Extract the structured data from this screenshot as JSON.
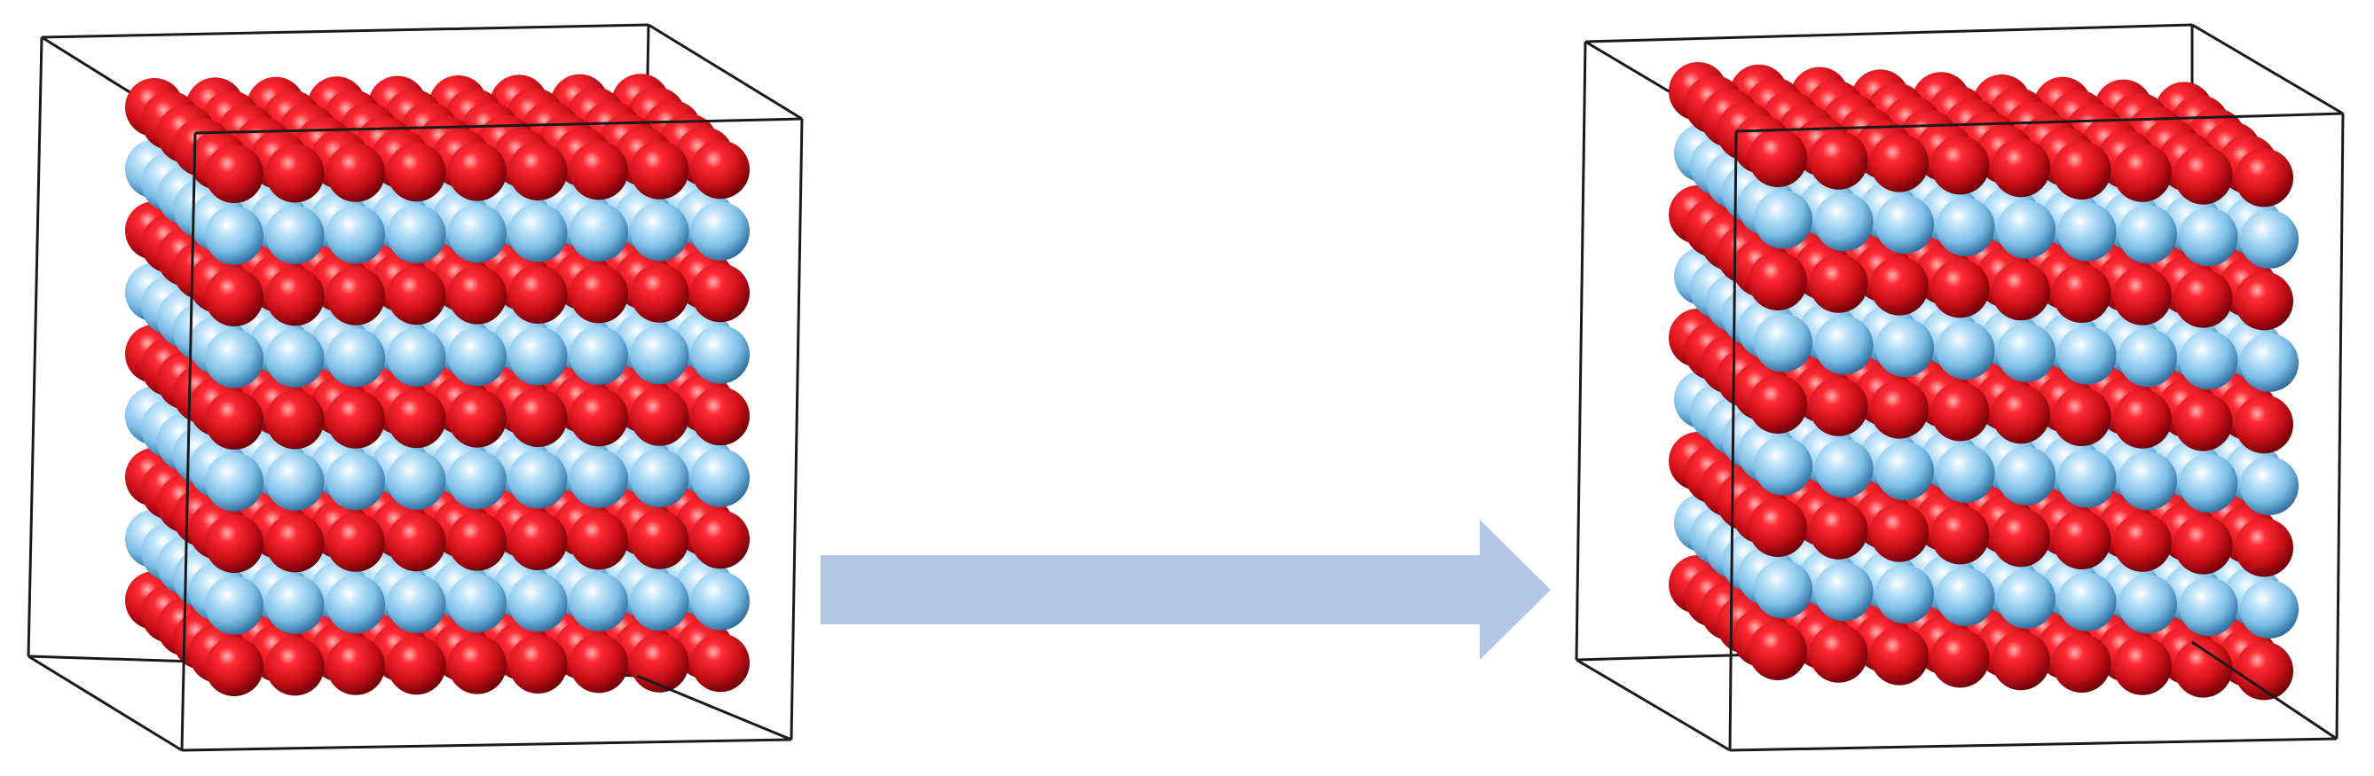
{
  "colors": {
    "atom_red": "#d8141e",
    "atom_red_dark": "#7a0008",
    "atom_blue": "#86c5ea",
    "atom_blue_dark": "#3f7fae",
    "box_edge": "#1a1a1a",
    "arrow": "#b4c6e6"
  },
  "panels": [
    {
      "name": "initial-lattice",
      "layers": [
        "red",
        "blue",
        "red",
        "blue",
        "red",
        "blue",
        "red",
        "blue",
        "red"
      ],
      "columns": 9,
      "depth": 6,
      "state": "ordered"
    },
    {
      "name": "deformed-lattice",
      "layers": [
        "red",
        "blue",
        "red",
        "blue",
        "red",
        "blue",
        "red",
        "blue",
        "red"
      ],
      "columns": 9,
      "depth": 6,
      "state": "sheared"
    }
  ],
  "arrow": {
    "direction": "right",
    "icon": "right-arrow-icon"
  }
}
